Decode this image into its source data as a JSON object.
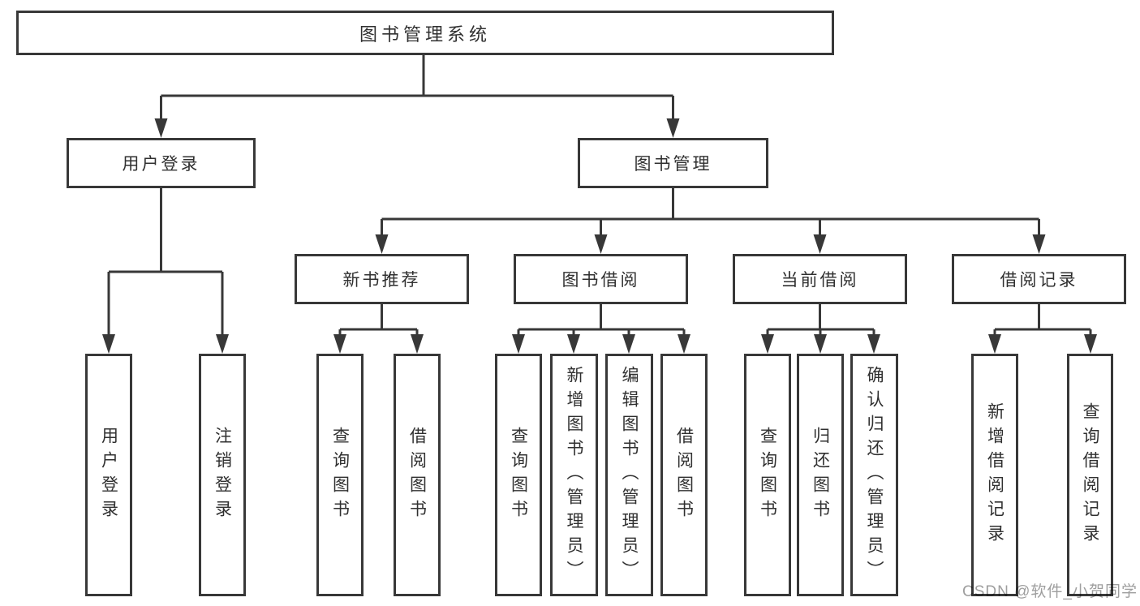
{
  "diagram": {
    "root": {
      "label": "图书管理系统"
    },
    "level2": [
      {
        "label": "用户登录"
      },
      {
        "label": "图书管理"
      }
    ],
    "level3": [
      {
        "label": "新书推荐"
      },
      {
        "label": "图书借阅"
      },
      {
        "label": "当前借阅"
      },
      {
        "label": "借阅记录"
      }
    ],
    "leaves": {
      "user": [
        "用户登录",
        "注销登录"
      ],
      "newbook": [
        "查询图书",
        "借阅图书"
      ],
      "borrow": [
        "查询图书",
        "新增图书（管理员）",
        "编辑图书（管理员）",
        "借阅图书"
      ],
      "current": [
        "查询图书",
        "归还图书",
        "确认归还（管理员）"
      ],
      "records": [
        "新增借阅记录",
        "查询借阅记录"
      ]
    }
  },
  "watermark": {
    "text": "CSDN @软件_小贺同学"
  },
  "colors": {
    "line": "#383838",
    "text": "#303030",
    "watermark": "#9e9e9e",
    "background": "#ffffff"
  }
}
